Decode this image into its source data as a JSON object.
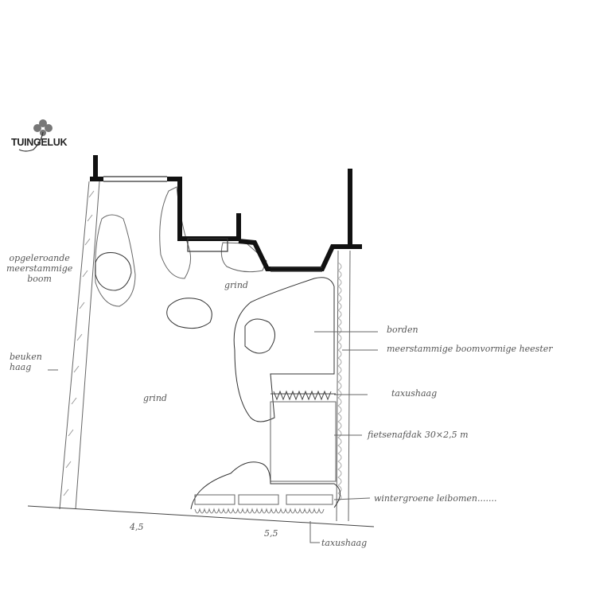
{
  "logo": {
    "text": "TUINGELUK",
    "icon": "clover-icon"
  },
  "labels": {
    "tree_left": "opgeleroande meerstammige boom",
    "tree_left_lines": [
      "opgeleroande",
      "meerstammige",
      "boom"
    ],
    "hedge_left_lines": [
      "beuken",
      "haag"
    ],
    "gravel_top": "grind",
    "gravel_main": "grind",
    "border": "borden",
    "shrub": "meerstammige boomvormige heester",
    "yew_hedge": "taxushaag",
    "bike_shed": "fietsenafdak 30×2,5 m",
    "espalier": "wintergroene leibomen.......",
    "yew_hedge_bottom": "taxushaag"
  },
  "dimensions": {
    "left": "4,5",
    "right": "5,5"
  },
  "colors": {
    "ink": "#111111",
    "pencil": "#555555",
    "paper": "#ffffff"
  }
}
